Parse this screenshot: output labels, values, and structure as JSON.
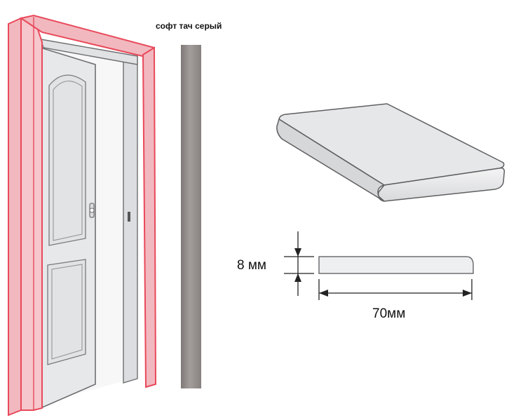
{
  "swatch": {
    "title": "софт тач серый"
  },
  "dimensions": {
    "thickness": "8 мм",
    "width": "70мм"
  },
  "colors": {
    "casing_outline": "#e8495a",
    "casing_fill": "#f2b8bf",
    "door_fill": "#e7e8ea",
    "line": "#6f6f72",
    "plank_top": "#e6e7e9",
    "swatch_mid": "#9a9592"
  }
}
